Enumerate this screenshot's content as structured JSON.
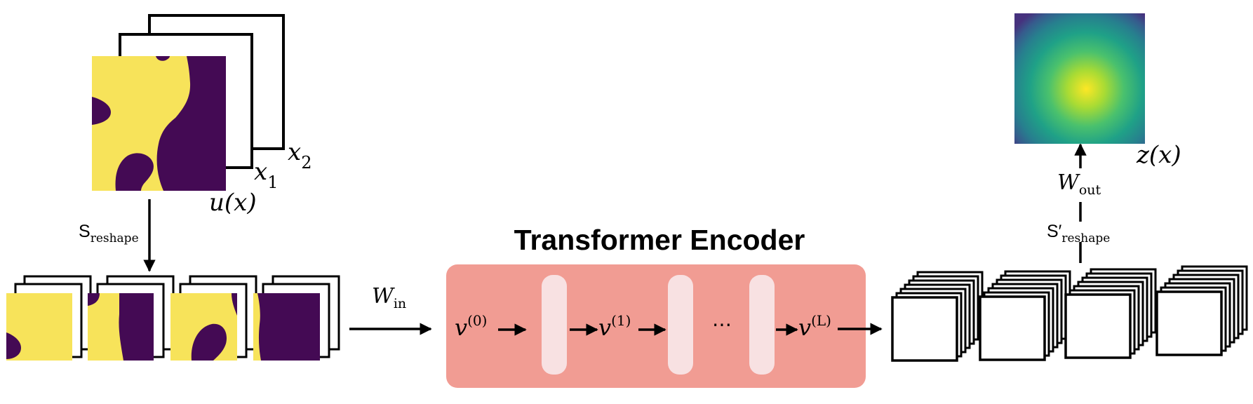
{
  "input": {
    "field_label": "u(x)",
    "channel1_label": "x",
    "channel1_sub": "1",
    "channel2_label": "x",
    "channel2_sub": "2"
  },
  "reshape_in": {
    "label": "S",
    "sub": "reshape"
  },
  "projection_in": {
    "label": "W",
    "sub": "in"
  },
  "encoder": {
    "title": "Transformer Encoder",
    "v0": "v",
    "v0_sup": "(0)",
    "v1": "v",
    "v1_sup": "(1)",
    "ellipsis": "⋯",
    "vL": "v",
    "vL_sup": "(L)"
  },
  "reshape_out": {
    "label": "S′",
    "sub": "reshape"
  },
  "projection_out": {
    "label": "W",
    "sub": "out"
  },
  "output": {
    "field_label": "z(x)"
  },
  "colors": {
    "viridis_yellow": "#f7e35a",
    "viridis_purple": "#440a54",
    "encoder_bg": "#f19c93",
    "encoder_block": "#f8e1e2",
    "stroke": "#000000"
  }
}
